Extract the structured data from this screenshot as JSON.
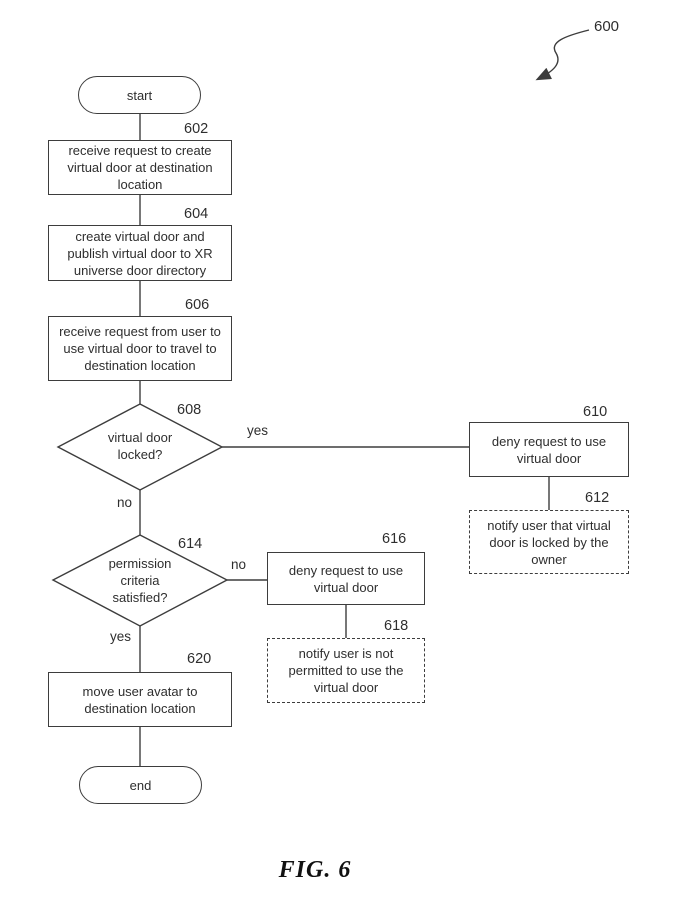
{
  "figure": {
    "reference": "600",
    "caption": "FIG. 6"
  },
  "colors": {
    "line": "#3d3d3d",
    "text": "#2e2e2e",
    "background": "#ffffff"
  },
  "nodes": {
    "start": {
      "type": "terminator",
      "label": "start"
    },
    "n602": {
      "ref": "602",
      "type": "process",
      "text": "receive request to create virtual door at destination location"
    },
    "n604": {
      "ref": "604",
      "type": "process",
      "text": "create virtual door and publish virtual door to XR universe door directory"
    },
    "n606": {
      "ref": "606",
      "type": "process",
      "text": "receive request from user to use virtual door to travel to destination location"
    },
    "n608": {
      "ref": "608",
      "type": "decision",
      "text": "virtual door locked?"
    },
    "n610": {
      "ref": "610",
      "type": "process",
      "text": "deny request to use virtual door"
    },
    "n612": {
      "ref": "612",
      "type": "process-dashed",
      "text": "notify user that virtual door is locked by the owner"
    },
    "n614": {
      "ref": "614",
      "type": "decision",
      "text": "permission criteria satisfied?"
    },
    "n616": {
      "ref": "616",
      "type": "process",
      "text": "deny request to use virtual door"
    },
    "n618": {
      "ref": "618",
      "type": "process-dashed",
      "text": "notify user is not permitted to use the virtual door"
    },
    "n620": {
      "ref": "620",
      "type": "process",
      "text": "move user avatar to destination location"
    },
    "end": {
      "type": "terminator",
      "label": "end"
    }
  },
  "edges": {
    "locked_yes": "yes",
    "locked_no": "no",
    "permission_no": "no",
    "permission_yes": "yes"
  }
}
